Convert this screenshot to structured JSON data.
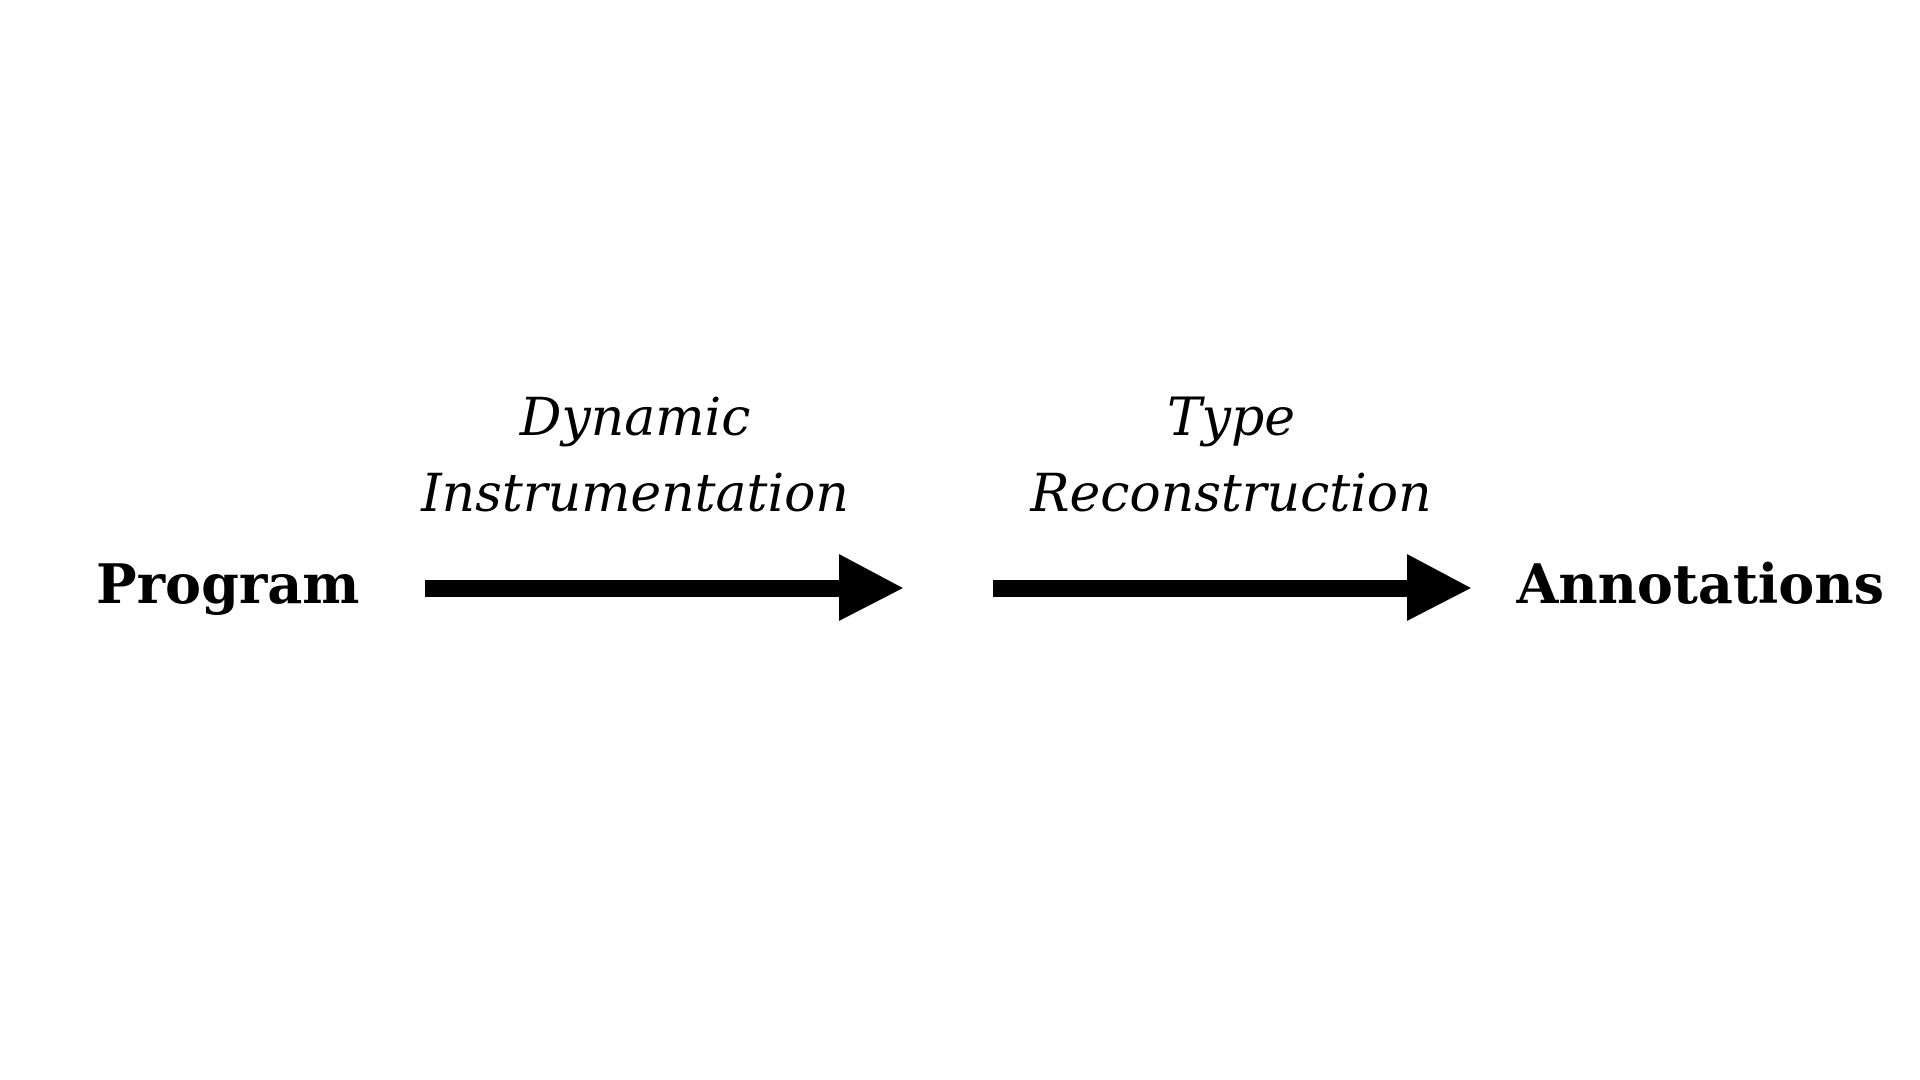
{
  "nodes": {
    "source": "Program",
    "target": "Annotations"
  },
  "steps": [
    {
      "line1": "Dynamic",
      "line2": "Instrumentation"
    },
    {
      "line1": "Type",
      "line2": "Reconstruction"
    }
  ],
  "colors": {
    "background": "#ffffff",
    "ink": "#000000"
  }
}
